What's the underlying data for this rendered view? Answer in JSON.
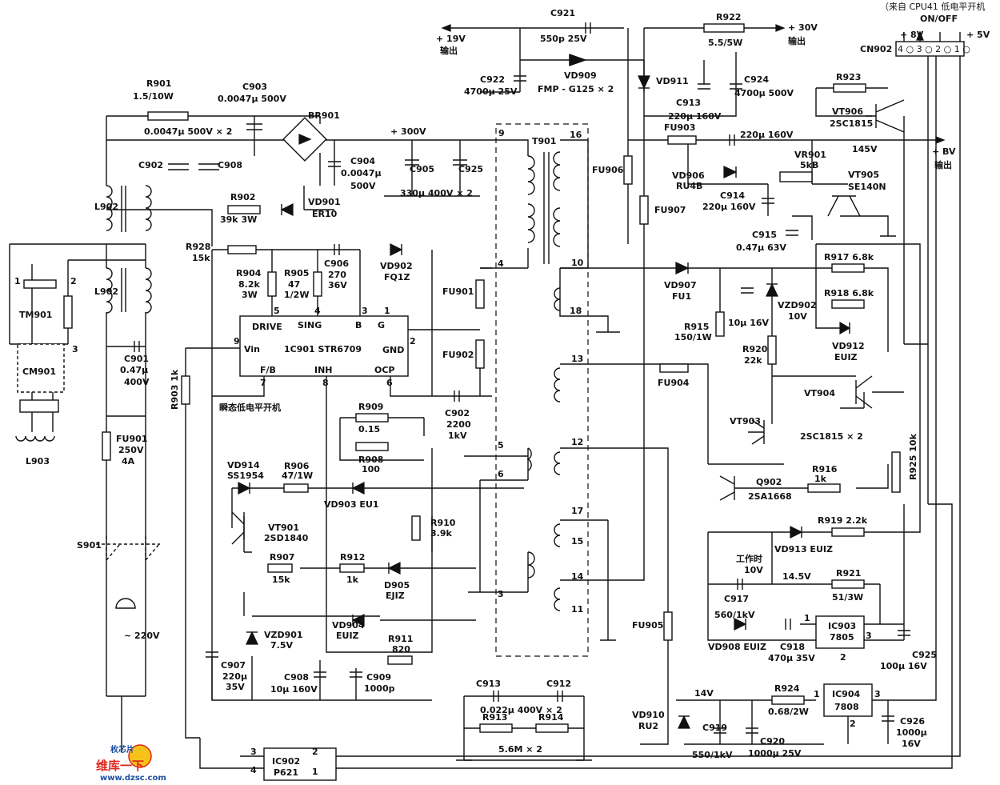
{
  "labels": {
    "cpu_note": "（来自 CPU41 低电平开机",
    "on_off": "ON/OFF",
    "plus8v": "+ 8V",
    "plus5v": "+ 5V",
    "cn902": "CN902",
    "cn902_pins": "4 ○ 3 ○ 2 ○ 1 ○",
    "plus19v": "+ 19V",
    "out19": "输出",
    "c921": "C921",
    "c921v": "550p 25V",
    "r922": "R922",
    "r922v": "5.5/5W",
    "plus30v": "+ 30V",
    "out30": "输出",
    "c922": "C922",
    "c922v": "4700μ 25V",
    "vd909": "VD909",
    "vd909v": "FMP - G125 × 2",
    "vd911": "VD911",
    "c913a": "C913",
    "c913av": "220μ 160V",
    "c924": "C924",
    "c924v": "4700μ 500V",
    "r923": "R923",
    "vt906": "VT906",
    "vt906v": "2SC1815",
    "r901": "R901",
    "r901v": "1.5/10W",
    "c903": "C903",
    "c903v": "0.0047μ 500V",
    "cap_pair": "0.0047μ 500V × 2",
    "br901": "BR901",
    "plus300v": "+ 300V",
    "c902a": "C902",
    "c908a": "C908",
    "c904": "C904",
    "c904v1": "0.0047μ",
    "c904v2": "500V",
    "c905": "C905",
    "c925a": "C925",
    "c905v": "330μ 400V × 2",
    "t901": "T901",
    "fu903": "FU903",
    "c_220": "220μ 160V",
    "v145": "145V",
    "plusbv": "+ BV",
    "outbv": "输出",
    "vd906": "VD906",
    "vd906v": "RU4B",
    "vr901": "VR901",
    "vr901v": "5kB",
    "vt905": "VT905",
    "vt905v": "SE140N",
    "fu906": "FU906",
    "fu907": "FU907",
    "c914": "C914",
    "c914v": "220μ 160V",
    "c915": "C915",
    "c915v": "0.47μ 63V",
    "l902a": "L902",
    "r902": "R902",
    "r902v": "39k 3W",
    "vd901": "VD901",
    "vd901v": "ER10",
    "r928": "R928",
    "r928v": "15k",
    "r904": "R904",
    "r904v1": "8.2k",
    "r904v2": "3W",
    "r905": "R905",
    "r905v1": "47",
    "r905v2": "1/2W",
    "c906": "C906",
    "c906v1": "270",
    "c906v2": "36V",
    "vd902": "VD902",
    "vd902v": "FQ1Z",
    "r917": "R917 6.8k",
    "r918": "R918 6.8k",
    "vd907": "VD907",
    "vd907v": "FU1",
    "vzd902": "VZD902",
    "vzd902v": "10V",
    "c_10u": "10μ 16V",
    "r915": "R915",
    "r915v": "150/1W",
    "vd912": "VD912",
    "vd912v": "EUIZ",
    "l902b": "L902",
    "tm901": "TM901",
    "cm901": "CM901",
    "l903": "L903",
    "fu901a": "FU901",
    "fu902a": "FU902",
    "drive": "DRIVE",
    "sing": "SING",
    "pinB": "B",
    "pinG": "G",
    "vin": "Vin",
    "gnd": "GND",
    "fb": "F/B",
    "inh": "INH",
    "ocp": "OCP",
    "ic901": "1C901 STR6709",
    "c901": "C901",
    "c901v1": "0.47μ",
    "c901v2": "400V",
    "r903": "R903 1k",
    "flash": "瞬态低电平开机",
    "r920": "R920",
    "r920v": "22k",
    "vt904": "VT904",
    "vt903": "VT903",
    "vt_pair": "2SC1815 × 2",
    "fu904": "FU904",
    "r909": "R909",
    "r909v": "0.15",
    "r908a": "R908",
    "r908av": "100",
    "c902b": "C902",
    "c902bv1": "2200",
    "c902bv2": "1kV",
    "fu901b": "FU901",
    "fu901bv1": "250V",
    "fu901bv2": "4A",
    "vd914": "VD914",
    "vd914v": "SS1954",
    "r906": "R906",
    "r906v": "47/1W",
    "vd903": "VD903 EU1",
    "r910": "R910",
    "r910v": "3.9k",
    "r925": "R925 10k",
    "q902": "Q902",
    "q902v": "2SA1668",
    "r916": "R916",
    "r916v": "1k",
    "vt901": "VT901",
    "vt901v": "2SD1840",
    "s901": "S901",
    "r907": "R907",
    "r907v": "15k",
    "r912": "R912",
    "r912v": "1k",
    "d905": "D905",
    "d905v": "EJIZ",
    "vd913": "VD913 EUIZ",
    "r919": "R919 2.2k",
    "work1": "工作时",
    "work2": "10V",
    "v145b": "14.5V",
    "r921": "R921",
    "r921v": "51/3W",
    "c917": "C917",
    "c917v": "560/1kV",
    "vd904": "VD904",
    "vd904v": "EUIZ",
    "vzd901": "VZD901",
    "vzd901v": "7.5V",
    "r911": "R911",
    "r911v": "820",
    "fu905": "FU905",
    "ic903": "IC903",
    "ic903v": "7805",
    "vd908": "VD908 EUIZ",
    "c918": "C918",
    "c918v": "470μ 35V",
    "c925b": "C925",
    "c925bv": "100μ 16V",
    "ac220": "~ 220V",
    "c907": "C907",
    "c907v1": "220μ",
    "c907v2": "35V",
    "c908b": "C908",
    "c908bv": "10μ 160V",
    "c909": "C909",
    "c909v": "1000p",
    "c913b": "C913",
    "c912": "C912",
    "c913bv": "0.022μ 400V × 2",
    "r913": "R913",
    "r914": "R914",
    "r913v": "5.6M × 2",
    "v14": "14V",
    "r924": "R924",
    "r924v": "0.68/2W",
    "ic904": "IC904",
    "ic904v": "7808",
    "vd910": "VD910",
    "vd910v": "RU2",
    "c919": "C919",
    "c919v": "550/1kV",
    "c920": "C920",
    "c920v": "1000μ 25V",
    "c926": "C926",
    "c926v1": "1000μ",
    "c926v2": "16V",
    "ic902": "IC902",
    "ic902v": "P621",
    "logo_cn": "维库一下",
    "logo_url": "www.dzsc.com",
    "logo_fun": "枚芯片"
  },
  "pins": {
    "p9": "9",
    "p16": "16",
    "p4": "4",
    "p10": "10",
    "p18": "18",
    "p13": "13",
    "p12": "12",
    "p5": "5",
    "p6": "6",
    "p17": "17",
    "p15": "15",
    "p14": "14",
    "p11": "11",
    "p3": "3",
    "ic5": "5",
    "ic4": "4",
    "ic3": "3",
    "ic1": "1",
    "ic9": "9",
    "ic2": "2",
    "ic7": "7",
    "ic8": "8",
    "ic6": "6",
    "tm1": "1",
    "tm2": "2",
    "tm3": "3",
    "i903_1": "1",
    "i903_2": "2",
    "i903_3": "3",
    "i904_1": "1",
    "i904_2": "2",
    "i904_3": "3",
    "i902_3": "3",
    "i902_2": "2",
    "i902_4": "4",
    "i902_1": "1"
  }
}
